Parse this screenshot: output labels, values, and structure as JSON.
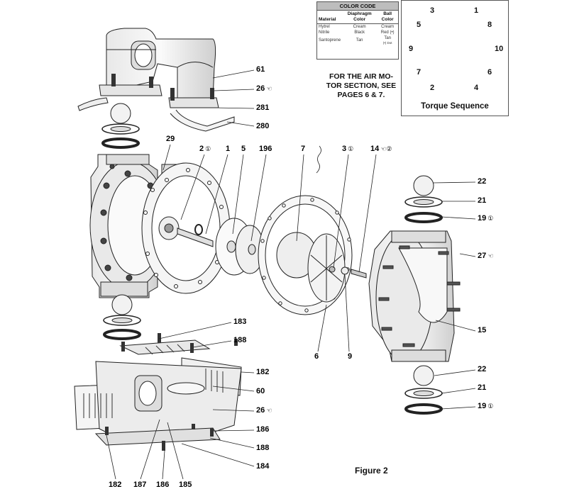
{
  "color_code": {
    "title": "COLOR CODE",
    "headers": [
      "Material",
      "Diaphragm Color",
      "Ball Color"
    ],
    "rows": [
      {
        "material": "Hytrel",
        "diaphragm": "Cream",
        "ball": "Cream",
        "ball_note": ""
      },
      {
        "material": "Nitrile",
        "diaphragm": "Black",
        "ball": "Red (•)",
        "ball_note": ""
      },
      {
        "material": "Santoprene",
        "diaphragm": "Tan",
        "ball": "Tan",
        "ball_note": "(•) Dot"
      }
    ]
  },
  "torque_sequence": {
    "title": "Torque Sequence",
    "numbers": [
      "1",
      "2",
      "3",
      "4",
      "5",
      "6",
      "7",
      "8",
      "9",
      "10"
    ]
  },
  "air_motor_note": "FOR THE AIR MO- TOR SECTION, SEE PAGES 6 & 7.",
  "figure_label": "Figure 2",
  "callouts": [
    {
      "id": "c61",
      "text": "61",
      "mark": ""
    },
    {
      "id": "c26a",
      "text": "26",
      "mark": "☜"
    },
    {
      "id": "c281",
      "text": "281",
      "mark": ""
    },
    {
      "id": "c280",
      "text": "280",
      "mark": ""
    },
    {
      "id": "c29",
      "text": "29",
      "mark": ""
    },
    {
      "id": "c2",
      "text": "2",
      "mark": "①"
    },
    {
      "id": "c1",
      "text": "1",
      "mark": ""
    },
    {
      "id": "c5",
      "text": "5",
      "mark": ""
    },
    {
      "id": "c196",
      "text": "196",
      "mark": ""
    },
    {
      "id": "c7",
      "text": "7",
      "mark": ""
    },
    {
      "id": "c3",
      "text": "3",
      "mark": "①"
    },
    {
      "id": "c14",
      "text": "14",
      "mark": "☜②"
    },
    {
      "id": "c22a",
      "text": "22",
      "mark": ""
    },
    {
      "id": "c21a",
      "text": "21",
      "mark": ""
    },
    {
      "id": "c19a",
      "text": "19",
      "mark": "①"
    },
    {
      "id": "c27",
      "text": "27",
      "mark": "☜"
    },
    {
      "id": "c15",
      "text": "15",
      "mark": ""
    },
    {
      "id": "c6",
      "text": "6",
      "mark": ""
    },
    {
      "id": "c9",
      "text": "9",
      "mark": ""
    },
    {
      "id": "c183",
      "text": "183",
      "mark": ""
    },
    {
      "id": "c188a",
      "text": "188",
      "mark": ""
    },
    {
      "id": "c182a",
      "text": "182",
      "mark": ""
    },
    {
      "id": "c60",
      "text": "60",
      "mark": ""
    },
    {
      "id": "c26b",
      "text": "26",
      "mark": "☜"
    },
    {
      "id": "c186a",
      "text": "186",
      "mark": ""
    },
    {
      "id": "c188b",
      "text": "188",
      "mark": ""
    },
    {
      "id": "c184",
      "text": "184",
      "mark": ""
    },
    {
      "id": "c22b",
      "text": "22",
      "mark": ""
    },
    {
      "id": "c21b",
      "text": "21",
      "mark": ""
    },
    {
      "id": "c19b",
      "text": "19",
      "mark": "①"
    },
    {
      "id": "c182b",
      "text": "182",
      "mark": ""
    },
    {
      "id": "c187",
      "text": "187",
      "mark": ""
    },
    {
      "id": "c186b",
      "text": "186",
      "mark": ""
    },
    {
      "id": "c185",
      "text": "185",
      "mark": ""
    }
  ]
}
